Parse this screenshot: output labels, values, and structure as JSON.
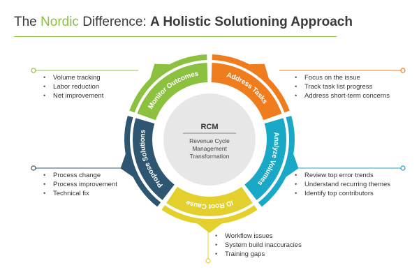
{
  "title": {
    "part1": "The ",
    "highlight": "Nordic",
    "part2": " Difference: ",
    "bold": "A Holistic Solutioning Approach"
  },
  "center": {
    "heading": "RCM",
    "line1": "Revenue Cycle",
    "line2": "Management",
    "line3": "Transformation"
  },
  "segments": [
    {
      "label": "Monitor Outcomes",
      "color": "#8cc13f"
    },
    {
      "label": "Address Tasks",
      "color": "#ef7d1e"
    },
    {
      "label": "Analyze Volumes",
      "color": "#1aa8c7"
    },
    {
      "label": "ID Root Cause",
      "color": "#e3d02c"
    },
    {
      "label": "Propose Solutions",
      "color": "#2e5671"
    }
  ],
  "bullets": {
    "monitor": [
      "Volume tracking",
      "Labor reduction",
      "Net improvement"
    ],
    "address": [
      "Focus on the issue",
      "Track task list progress",
      "Address short-term concerns"
    ],
    "analyze": [
      "Review top error trends",
      "Understand recurring themes",
      "Identify top contributors"
    ],
    "root": [
      "Workflow issues",
      "System build inaccuracies",
      "Training gaps"
    ],
    "propose": [
      "Process change",
      "Process improvement",
      "Technical fix"
    ]
  }
}
